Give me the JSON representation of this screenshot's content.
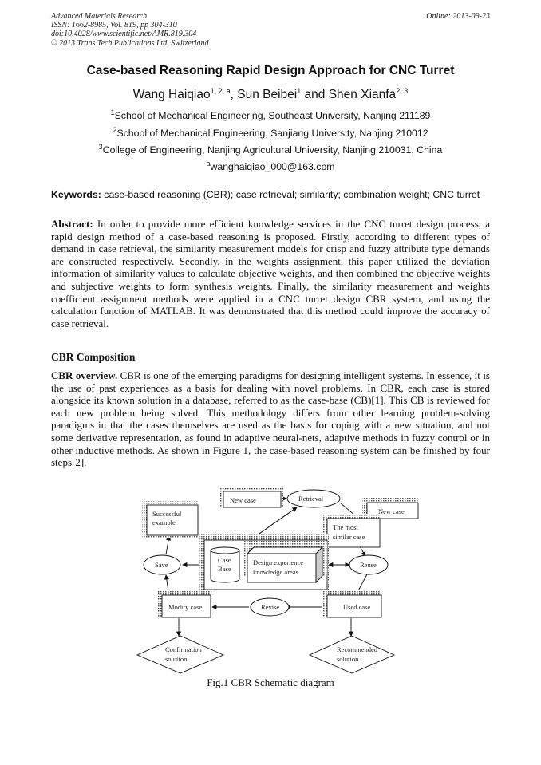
{
  "header": {
    "journal": "Advanced Materials Research",
    "issn": "ISSN: 1662-8985, Vol. 819, pp 304-310",
    "doi": "doi:10.4028/www.scientific.net/AMR.819.304",
    "copyright": "© 2013 Trans Tech Publications Ltd, Switzerland",
    "online": "Online: 2013-09-23"
  },
  "title": "Case-based Reasoning Rapid Design Approach for CNC Turret",
  "authors": [
    {
      "name": "Wang Haiqiao",
      "sup": "1, 2, a"
    },
    {
      "name": "Sun Beibei",
      "sup": "1"
    },
    {
      "name": "Shen Xianfa",
      "sup": "2, 3"
    }
  ],
  "authors_sep1": ", ",
  "authors_sep2": " and ",
  "affiliations": [
    {
      "sup": "1",
      "text": "School of Mechanical Engineering, Southeast University, Nanjing 211189"
    },
    {
      "sup": "2",
      "text": "School of Mechanical Engineering, Sanjiang University, Nanjing 210012"
    },
    {
      "sup": "3",
      "text": "College of Engineering, Nanjing Agricultural University, Nanjing 210031, China"
    },
    {
      "sup": "a",
      "text": "wanghaiqiao_000@163.com"
    }
  ],
  "keywords_label": "Keywords:",
  "keywords": " case-based reasoning (CBR); case retrieval; similarity; combination weight; CNC turret",
  "abstract_label": "Abstract:",
  "abstract": " In order to provide more efficient knowledge services in the CNC turret design process, a rapid design method of a case-based reasoning is proposed. Firstly, according to different types of demand in case retrieval, the similarity measurement models for crisp and fuzzy attribute type demands are constructed respectively. Secondly, in the weights assignment, this paper utilized the deviation information of similarity values to calculate objective weights, and then combined the objective weights and subjective weights to form synthesis weights. Finally, the similarity measurement and weights coefficient assignment methods were applied in a CNC turret design CBR system, and using the calculation function of MATLAB. It was demonstrated that this method could improve the accuracy of case retrieval.",
  "section_heading": "CBR Composition",
  "overview_label": "CBR overview.",
  "overview": " CBR is one of the emerging paradigms for designing intelligent systems. In essence, it is the use of past experiences as a basis for dealing with novel problems. In CBR, each case is stored alongside its known solution in a database, referred to as the case-base (CB)[1]. This CB is reviewed for each new problem being solved. This methodology differs from other learning problem-solving paradigms in that the cases themselves are used as the basis for coping with a new situation, and not some derivative representation, as found in adaptive neural-nets, adaptive methods in fuzzy control or in other inductive methods. As shown in Figure 1, the case-based reasoning system can be finished by four steps[2].",
  "figure": {
    "new_case_1": "New case",
    "retrieval": "Retrieval",
    "successful_1": "Successful",
    "successful_2": "example",
    "new_case_2": "New case",
    "most_similar_1": "The most",
    "most_similar_2": "similar case",
    "save": "Save",
    "case_base_1": "Case",
    "case_base_2": "Base",
    "design_exp_1": "Design experience",
    "design_exp_2": "knowledge areas",
    "reuse": "Reuse",
    "modify_case": "Modify case",
    "revise": "Revise",
    "used_case": "Used case",
    "confirmation_1": "Confirmation",
    "confirmation_2": "solution",
    "recommended_1": "Recommended",
    "recommended_2": "solution",
    "caption": "Fig.1 CBR Schematic diagram"
  }
}
